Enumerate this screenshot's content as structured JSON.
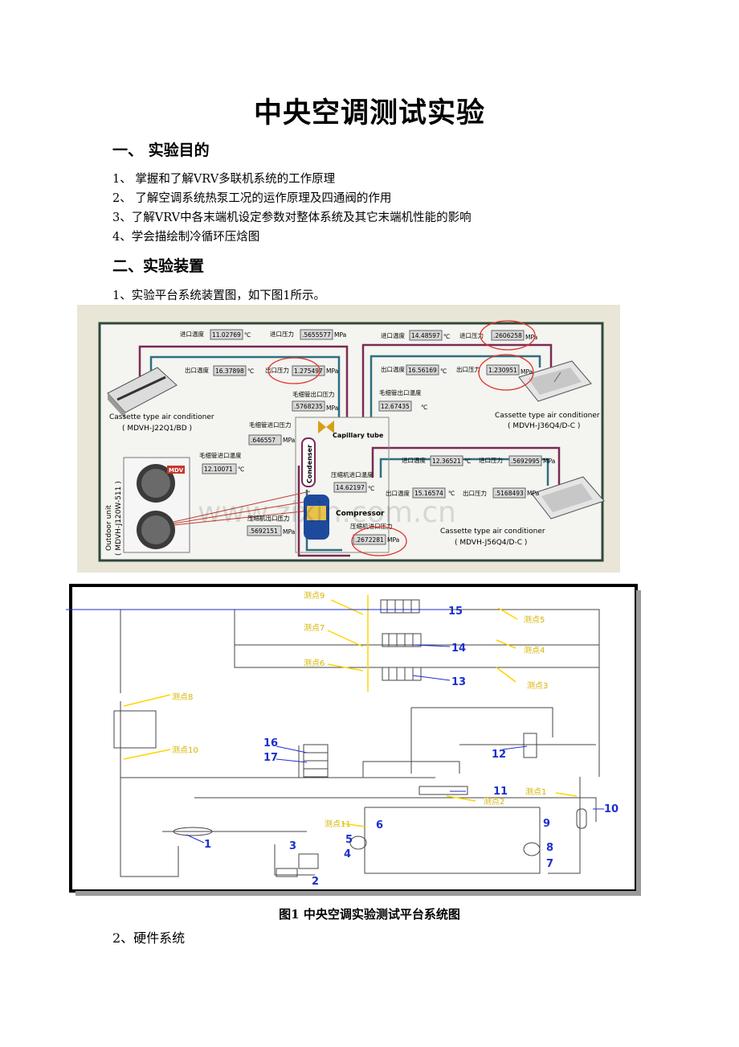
{
  "title": "中央空调测试实验",
  "section1": {
    "heading": "一、   实验目的",
    "items": [
      "1、 掌握和了解VRV多联机系统的工作原理",
      "2、 了解空调系统热泵工况的运作原理及四通阀的作用",
      "3、了解VRV中各末端机设定参数对整体系统及其它末端机性能的影响",
      "4、学会描绘制冷循环压焓图"
    ]
  },
  "section2": {
    "heading": "二、实验装置",
    "intro": "1、实验平台系统装置图，如下图1所示。"
  },
  "photo": {
    "units": {
      "left": {
        "name": "Cassette type air conditioner",
        "model": "( MDVH-J22Q1/BD )"
      },
      "right_top": {
        "name": "Cassette type air conditioner",
        "model": "( MDVH-J36Q4/D-C )"
      },
      "right_bottom": {
        "name": "Cassette type air conditioner",
        "model": "( MDVH-J56Q4/D-C )"
      },
      "outdoor": {
        "name": "Outdoor unit",
        "model": "( MDVH-J120W-511 )",
        "brand": "MDV"
      }
    },
    "components": {
      "condenser": "Condenser",
      "capillary": "Capillary tube",
      "compressor": "Compressor"
    },
    "readouts": {
      "l_in_temp": {
        "label": "进口温度",
        "value": "11.02769",
        "unit": "℃"
      },
      "l_in_press": {
        "label": "进口压力",
        "value": ".5655577",
        "unit": "MPa"
      },
      "l_out_temp": {
        "label": "出口温度",
        "value": "16.37898",
        "unit": "℃"
      },
      "l_out_press": {
        "label": "出口压力",
        "value": "1.275497",
        "unit": "MPa"
      },
      "cap_out_press": {
        "label": "毛细管出口压力",
        "value": ".5768235",
        "unit": "MPa"
      },
      "cap_in_press": {
        "label": "毛细管进口压力",
        "value": ".646557",
        "unit": "MPa"
      },
      "cap_in_temp": {
        "label": "毛细管进口温度",
        "value": "12.10071",
        "unit": "℃"
      },
      "cap_out_temp": {
        "label": "毛细管出口温度",
        "value": "12.67435",
        "unit": "℃"
      },
      "comp_out_press": {
        "label": "压缩机出口压力",
        "value": ".5692151",
        "unit": "MPa"
      },
      "comp_in_temp": {
        "label": "压缩机进口温度",
        "value": "14.62197",
        "unit": "℃"
      },
      "comp_in_press": {
        "label": "压缩机进口压力",
        "value": ".2672281",
        "unit": "MPa"
      },
      "rt_in_temp": {
        "label": "进口温度",
        "value": "14.48597",
        "unit": "℃"
      },
      "rt_in_press": {
        "label": "进口压力",
        "value": ".2606258",
        "unit": "MPa"
      },
      "rt_out_temp": {
        "label": "出口温度",
        "value": "16.56169",
        "unit": "℃"
      },
      "rt_out_press": {
        "label": "出口压力",
        "value": "1.230951",
        "unit": "MPa"
      },
      "rb_in_temp": {
        "label": "进口温度",
        "value": "12.36521",
        "unit": "℃"
      },
      "rb_in_press": {
        "label": "进口压力",
        "value": ".5692995",
        "unit": "MPa"
      },
      "rb_out_temp": {
        "label": "出口温度",
        "value": "15.16574",
        "unit": "℃"
      },
      "rb_out_press": {
        "label": "出口压力",
        "value": ".5168493",
        "unit": "MPa"
      }
    },
    "watermark": "www.zixin.com.cn"
  },
  "schematic": {
    "measure_points": [
      "测点1",
      "测点2",
      "测点3",
      "测点4",
      "测点5",
      "测点6",
      "测点7",
      "测点8",
      "测点9",
      "测点10",
      "测点11"
    ],
    "numbers": [
      "1",
      "2",
      "3",
      "4",
      "5",
      "6",
      "7",
      "8",
      "9",
      "10",
      "11",
      "12",
      "13",
      "14",
      "15",
      "16",
      "17"
    ]
  },
  "caption": "图1  中央空调实验测试平台系统图",
  "section3": {
    "heading": "2、硬件系统"
  }
}
